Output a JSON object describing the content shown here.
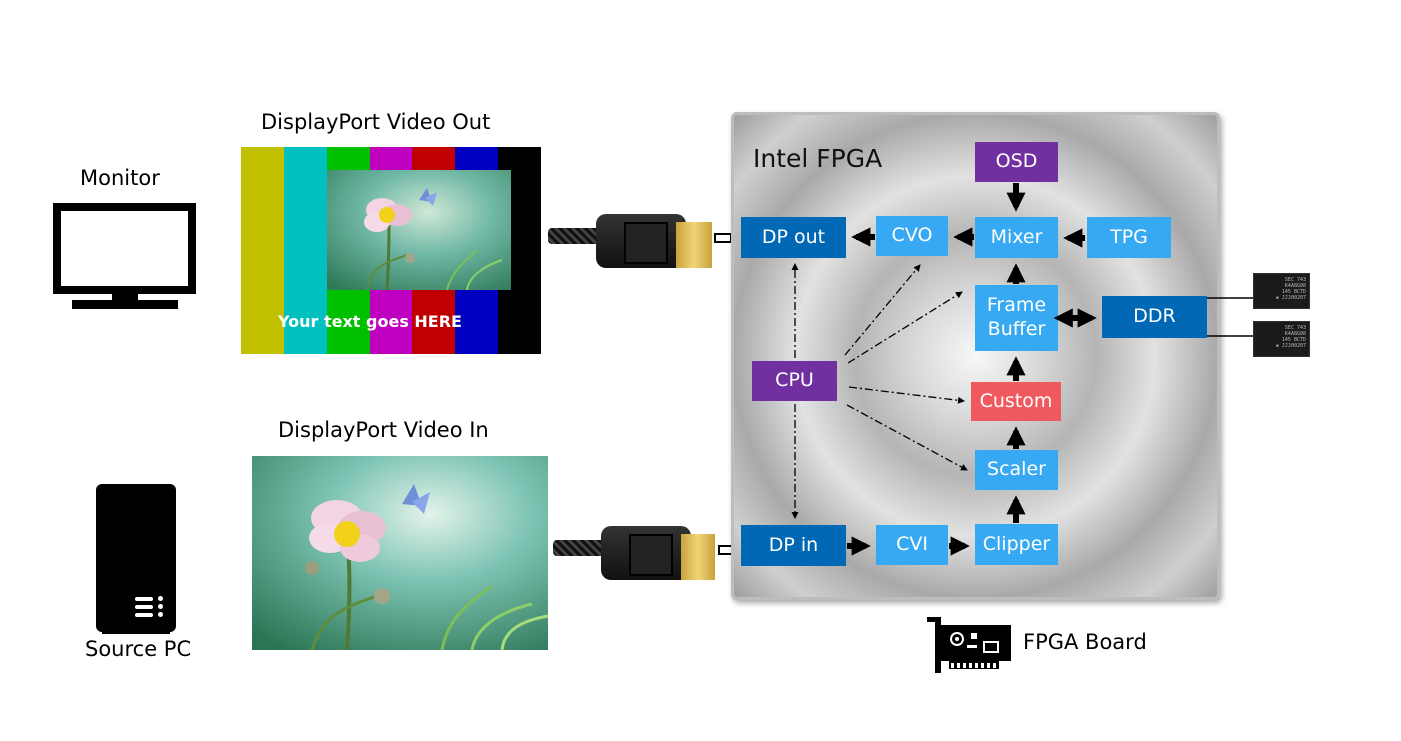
{
  "monitor_label": "Monitor",
  "source_pc_label": "Source PC",
  "video_out_label": "DisplayPort Video Out",
  "video_in_label": "DisplayPort Video In",
  "overlay_text": "Your text goes HERE",
  "fpga_title": "Intel FPGA",
  "board_label": "FPGA Board",
  "color_bars": [
    "#c0c000",
    "#00c0c0",
    "#00c000",
    "#c000c0",
    "#c00000",
    "#0000c0",
    "#000000"
  ],
  "blocks": {
    "osd": "OSD",
    "dp_out": "DP out",
    "cvo": "CVO",
    "mixer": "Mixer",
    "tpg": "TPG",
    "frame_buffer": "Frame Buffer",
    "ddr": "DDR",
    "cpu": "CPU",
    "custom": "Custom",
    "scaler": "Scaler",
    "dp_in": "DP in",
    "cvi": "CVI",
    "clipper": "Clipper"
  },
  "colors": {
    "dark_block": "#0068b5",
    "light_block": "#36a9f2",
    "purple_block": "#7030a0",
    "custom_block": "#f05a5f"
  }
}
